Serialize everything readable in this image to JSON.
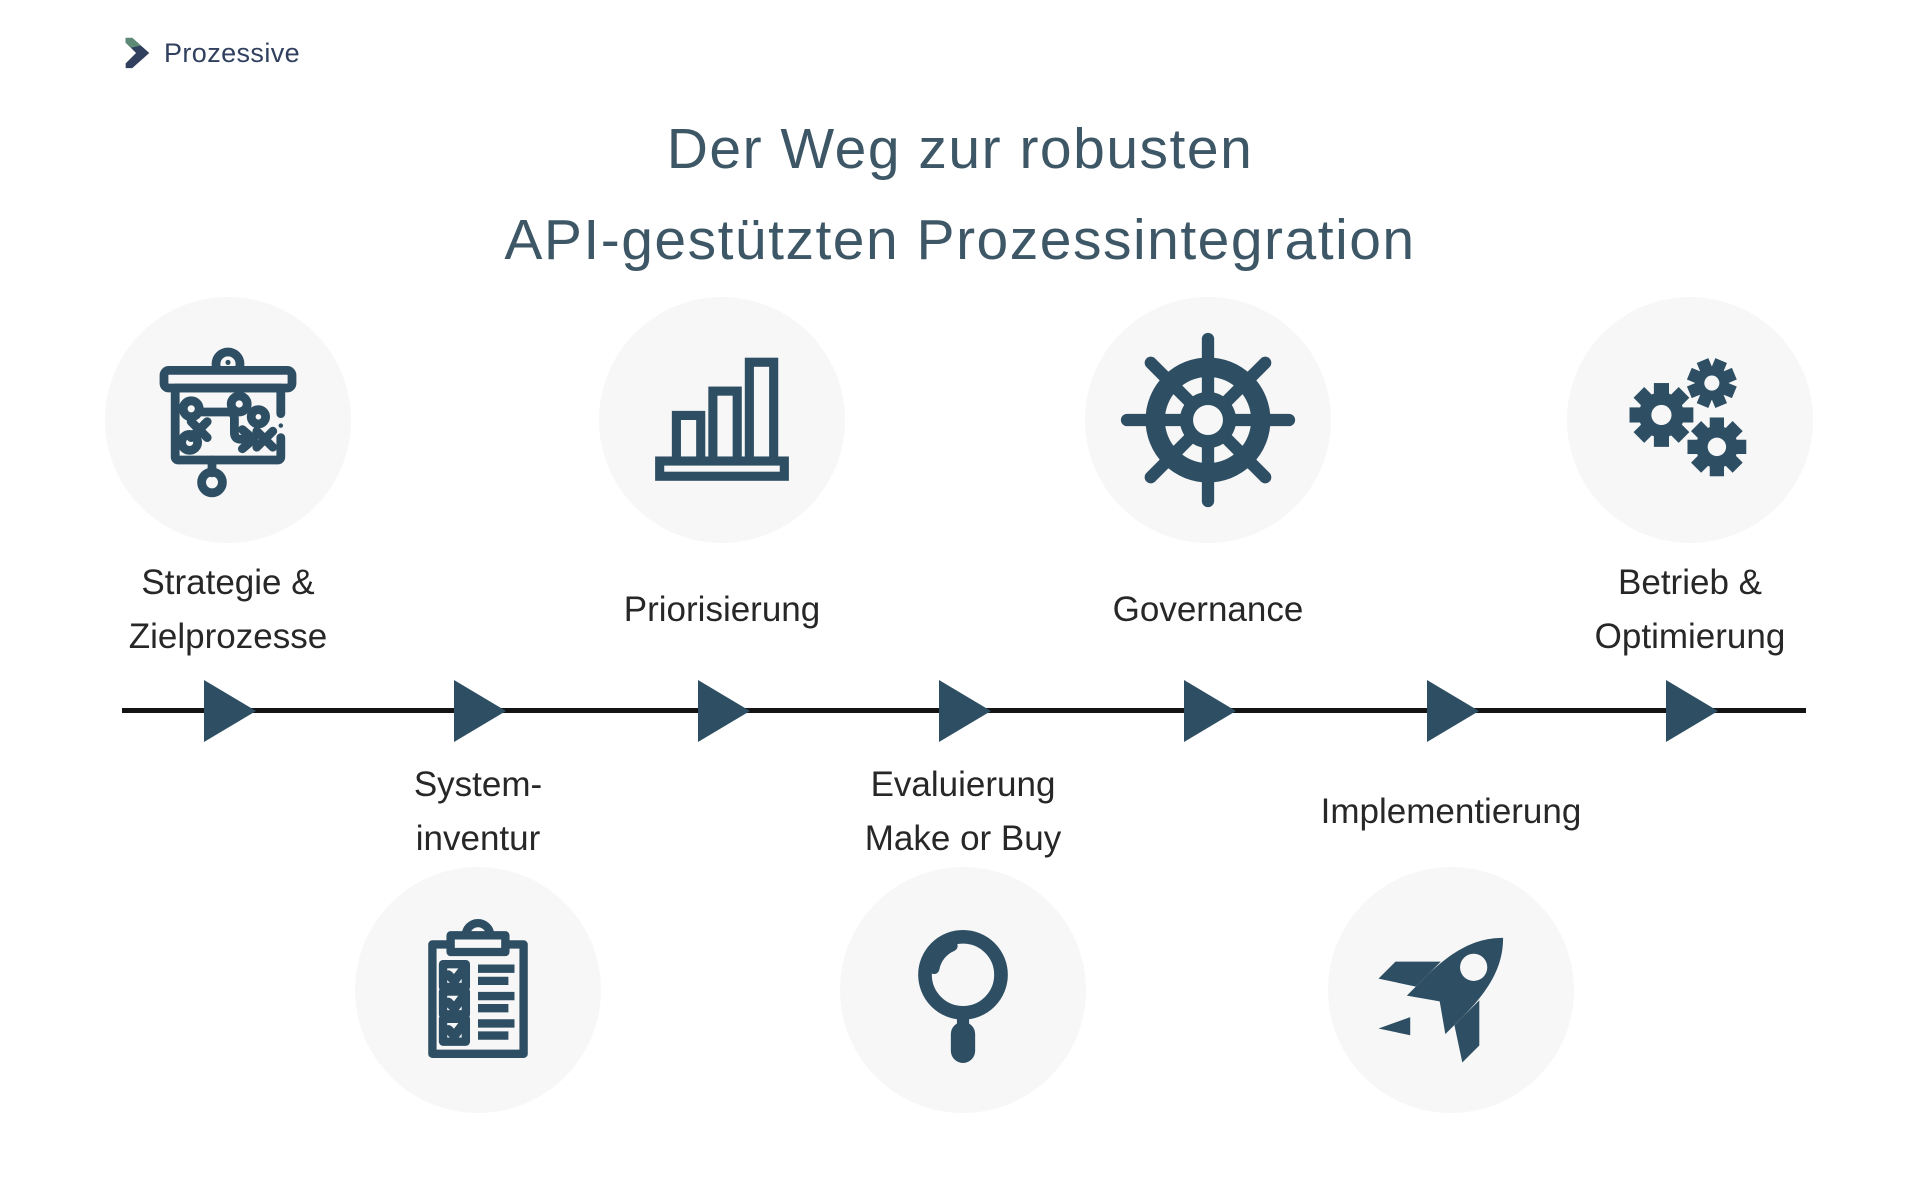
{
  "logo": {
    "brand": "Prozessive",
    "icon": "chevron-right-icon"
  },
  "title": {
    "line1": "Der Weg zur robusten",
    "line2": "API-gestützten Prozessintegration"
  },
  "timeline": {
    "direction": "left-to-right",
    "arrow_count": 7
  },
  "steps": [
    {
      "label_lines": [
        "Strategie &",
        "Zielprozesse"
      ],
      "icon": "strategy-board-icon",
      "icon_position": "above"
    },
    {
      "label_lines": [
        "System-",
        "inventur"
      ],
      "icon": "clipboard-checklist-icon",
      "icon_position": "below"
    },
    {
      "label_lines": [
        "Priorisierung"
      ],
      "icon": "bar-chart-icon",
      "icon_position": "above"
    },
    {
      "label_lines": [
        "Evaluierung",
        "Make or Buy"
      ],
      "icon": "magnifier-icon",
      "icon_position": "below"
    },
    {
      "label_lines": [
        "Governance"
      ],
      "icon": "ship-wheel-icon",
      "icon_position": "above"
    },
    {
      "label_lines": [
        "Implementierung"
      ],
      "icon": "rocket-icon",
      "icon_position": "below"
    },
    {
      "label_lines": [
        "Betrieb &",
        "Optimierung"
      ],
      "icon": "gears-icon",
      "icon_position": "above"
    }
  ],
  "colors": {
    "accent_teal": "#2e4f63",
    "title_color": "#3d5766",
    "label_color": "#272727",
    "circle_bg": "#f7f7f7",
    "line_color": "#141414",
    "logo_navy": "#30405e",
    "logo_green": "#5d8a74"
  }
}
